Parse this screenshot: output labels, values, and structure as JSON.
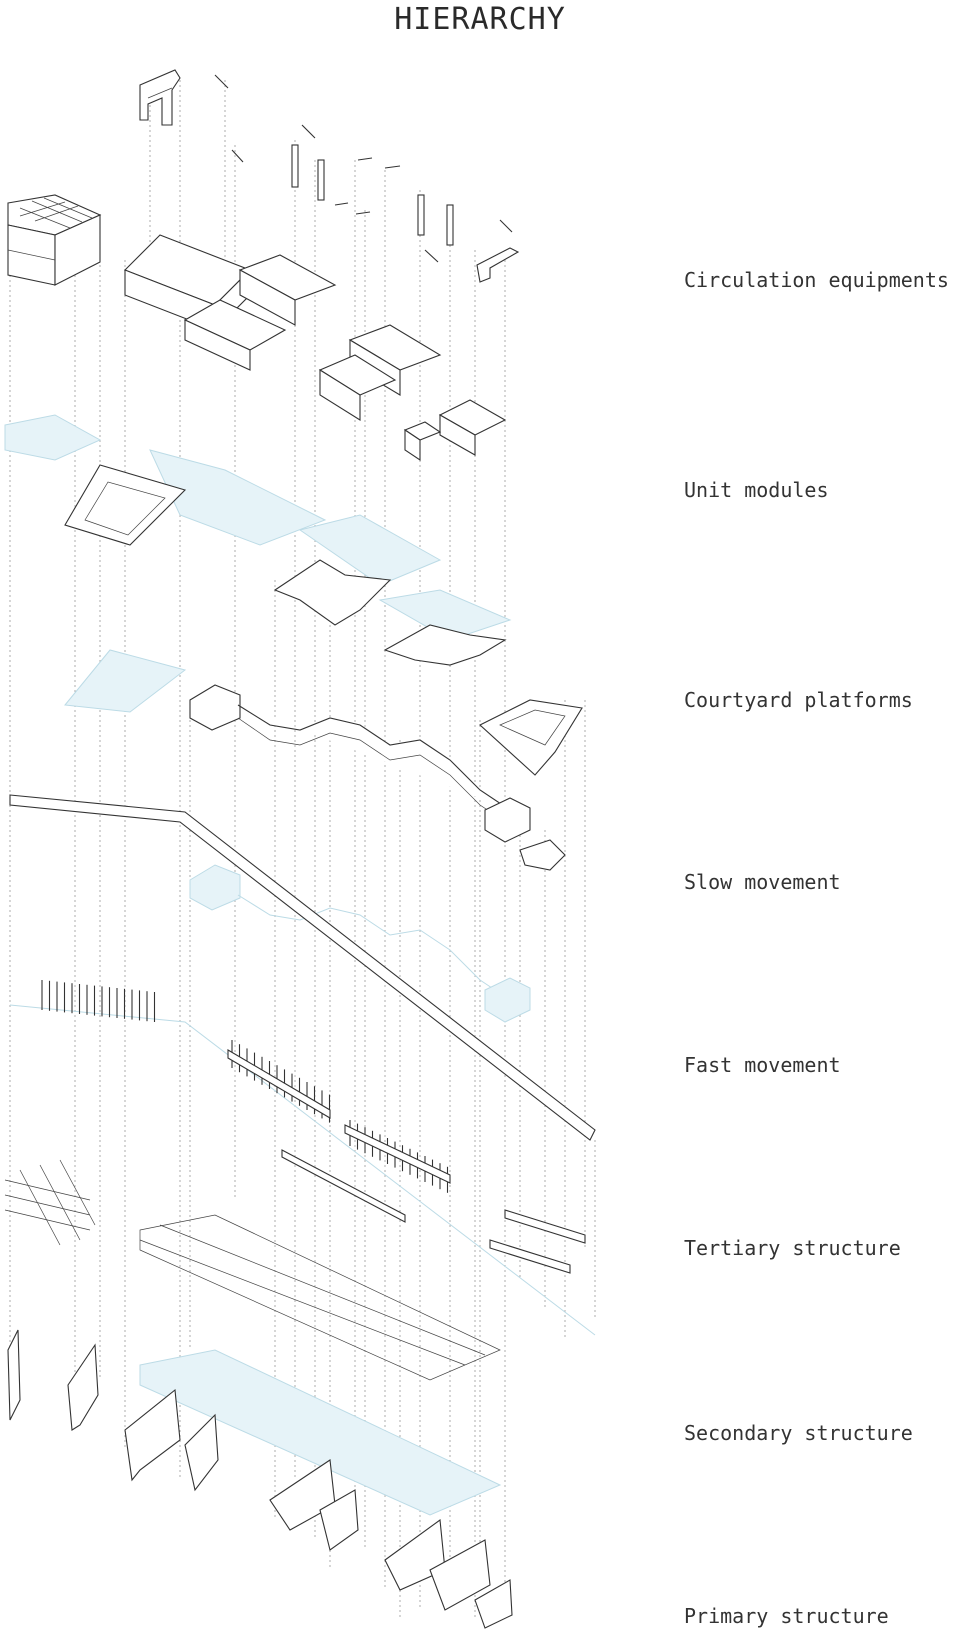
{
  "title": "HIERARCHY",
  "layers": [
    {
      "id": "circulation-equipments",
      "label": "Circulation equipments"
    },
    {
      "id": "unit-modules",
      "label": "Unit modules"
    },
    {
      "id": "courtyard-platforms",
      "label": "Courtyard platforms"
    },
    {
      "id": "slow-movement",
      "label": "Slow movement"
    },
    {
      "id": "fast-movement",
      "label": "Fast movement"
    },
    {
      "id": "tertiary-structure",
      "label": "Tertiary structure"
    },
    {
      "id": "secondary-structure",
      "label": "Secondary structure"
    },
    {
      "id": "primary-structure",
      "label": "Primary structure"
    }
  ],
  "colors": {
    "ink": "#333333",
    "projection": "#bcdbe6",
    "projection_fill": "#e6f3f8",
    "leader": "#9a9a9a"
  }
}
